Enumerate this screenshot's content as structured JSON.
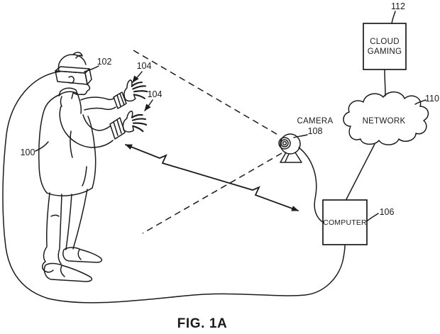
{
  "figure": {
    "caption": "FIG. 1A",
    "colors": {
      "ink": "#1b1b1b",
      "paper": "#ffffff"
    },
    "references": {
      "user": "100",
      "hmd": "102",
      "hand_upper": "104",
      "hand_lower": "104",
      "camera": "108",
      "computer": "106",
      "network": "110",
      "cloud_gaming": "112"
    },
    "components": {
      "camera": "CAMERA",
      "computer": "COMPUTER",
      "network": "NETWORK",
      "cloud_gaming_line1": "CLOUD",
      "cloud_gaming_line2": "GAMING"
    }
  }
}
